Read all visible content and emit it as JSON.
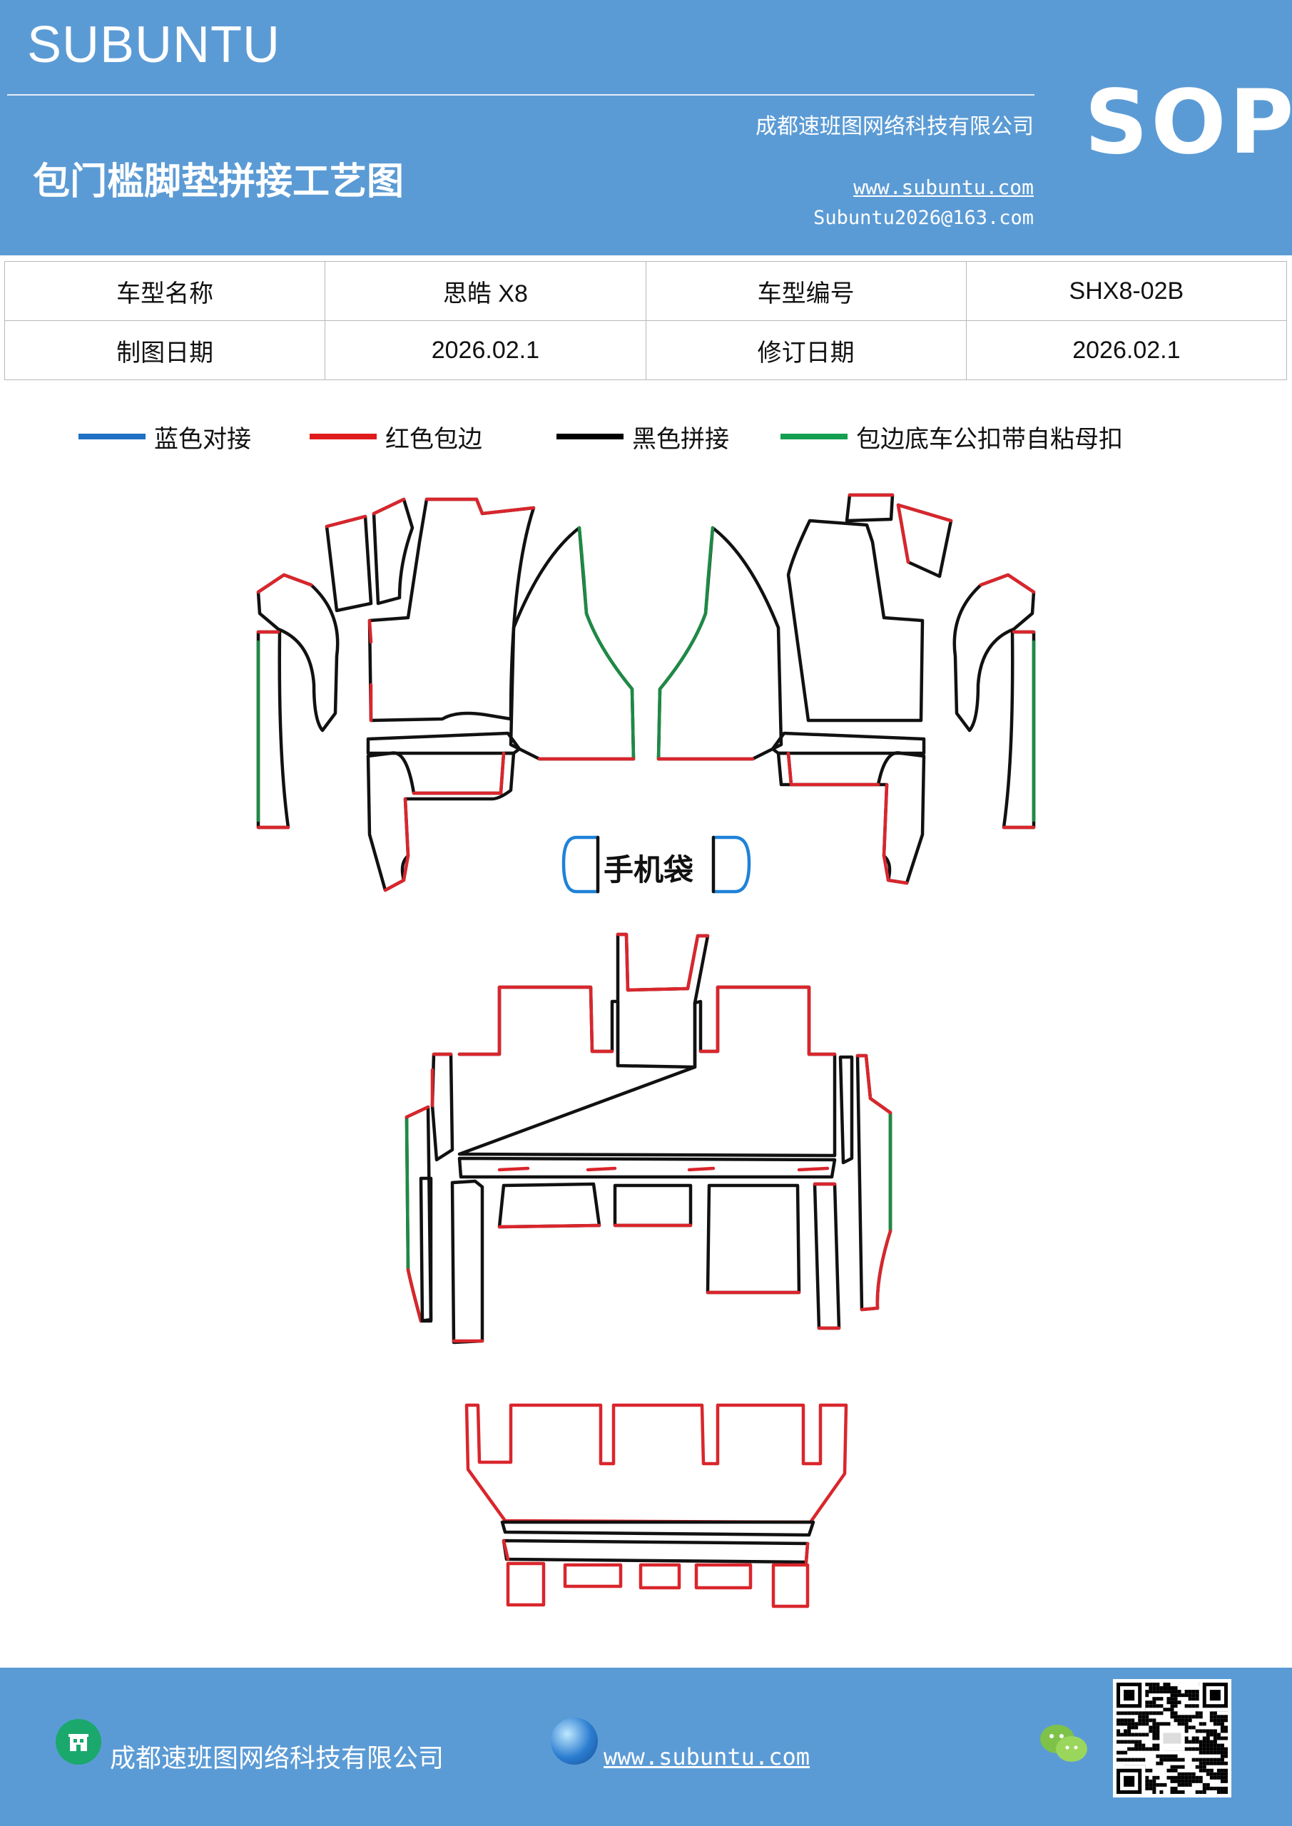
{
  "header": {
    "brand": "SUBUNTU",
    "company": "成都速班图网络科技有限公司",
    "title": "包门槛脚垫拼接工艺图",
    "website": "www.subuntu.com",
    "email": "Subuntu2026@163.com",
    "sop": "SOP"
  },
  "info_table": {
    "rows": [
      {
        "label1": "车型名称",
        "value1": "思皓 X8",
        "label2": "车型编号",
        "value2": "SHX8-02B"
      },
      {
        "label1": "制图日期",
        "value1": "2026.02.1",
        "label2": "修订日期",
        "value2": "2026.02.1"
      }
    ]
  },
  "legend": [
    {
      "label": "蓝色对接",
      "color": "#1f6fc5"
    },
    {
      "label": "红色包边",
      "color": "#e01b1b"
    },
    {
      "label": "黑色拼接",
      "color": "#000000"
    },
    {
      "label": "包边底车公扣带自粘母扣",
      "color": "#14a050"
    }
  ],
  "diagram": {
    "pocket_label": "手机袋",
    "colors": {
      "blue": "#1f82d8",
      "red": "#d9262c",
      "black": "#111111",
      "green": "#1d8a45"
    }
  },
  "footer": {
    "company": "成都速班图网络科技有限公司",
    "website": "www.subuntu.com",
    "icons": [
      "building-icon",
      "globe-icon",
      "wechat-icon",
      "qr-code"
    ]
  }
}
